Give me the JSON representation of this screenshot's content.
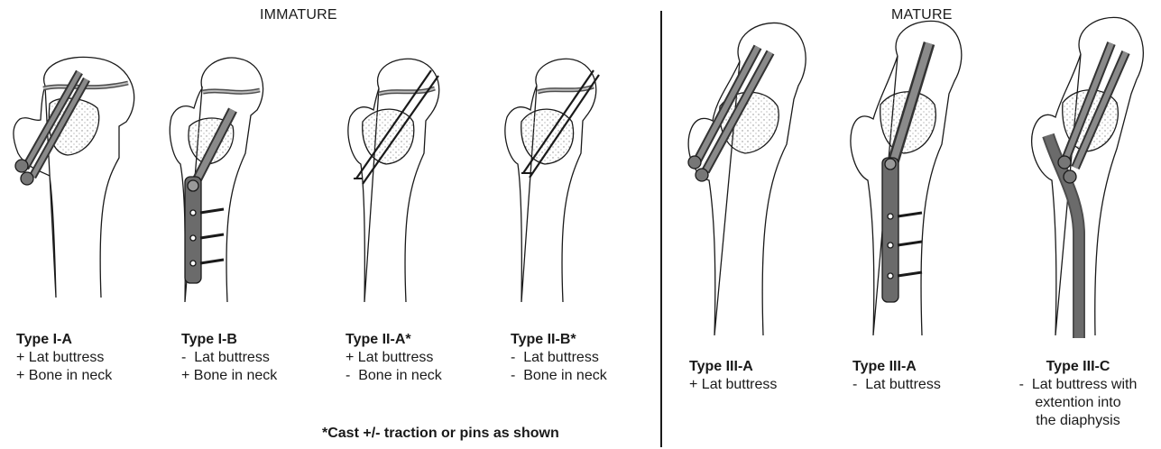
{
  "sections": {
    "immature": "IMMATURE",
    "mature": "MATURE"
  },
  "types": [
    {
      "title": "Type I-A",
      "lines": [
        "+ Lat buttress",
        "+ Bone in neck"
      ]
    },
    {
      "title": "Type I-B",
      "lines": [
        "-  Lat buttress",
        "+ Bone in neck"
      ]
    },
    {
      "title": "Type II-A*",
      "lines": [
        "+ Lat buttress",
        "-  Bone in neck"
      ]
    },
    {
      "title": "Type II-B*",
      "lines": [
        "-  Lat buttress",
        "-  Bone in neck"
      ]
    },
    {
      "title": "Type III-A",
      "lines": [
        "+ Lat buttress"
      ]
    },
    {
      "title": "Type III-A",
      "lines": [
        "-  Lat buttress"
      ]
    },
    {
      "title": "Type III-C",
      "lines": [
        "-  Lat buttress with",
        "extention into",
        "the diaphysis"
      ]
    }
  ],
  "footnote": "*Cast +/- traction or pins as shown",
  "colors": {
    "ink": "#1a1a1a",
    "implant": "#6b6b6b",
    "stipple": "#9a9a9a",
    "paper": "#ffffff"
  }
}
